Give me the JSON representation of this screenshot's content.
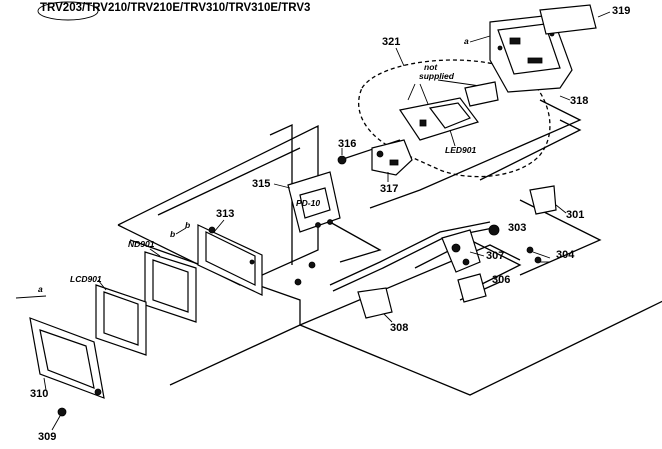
{
  "header": {
    "model_list": "TRV203/TRV210/TRV210E/TRV310/TRV310E/TRV3"
  },
  "callouts": {
    "p301": "301",
    "p303": "303",
    "p304": "304",
    "p306": "306",
    "p307": "307",
    "p308": "308",
    "p309": "309",
    "p310": "310",
    "p313": "313",
    "p315": "315",
    "p316": "316",
    "p317": "317",
    "p318": "318",
    "p319": "319",
    "p321": "321"
  },
  "part_labels": {
    "nd901": "ND901",
    "lcd901": "LCD901",
    "led901": "LED901",
    "pd10": "PD-10",
    "not_supplied_1": "not",
    "not_supplied_2": "supplied"
  },
  "connector_marks": {
    "a_top": "a",
    "a_left": "a",
    "b_left": "b",
    "b_right": "b"
  }
}
